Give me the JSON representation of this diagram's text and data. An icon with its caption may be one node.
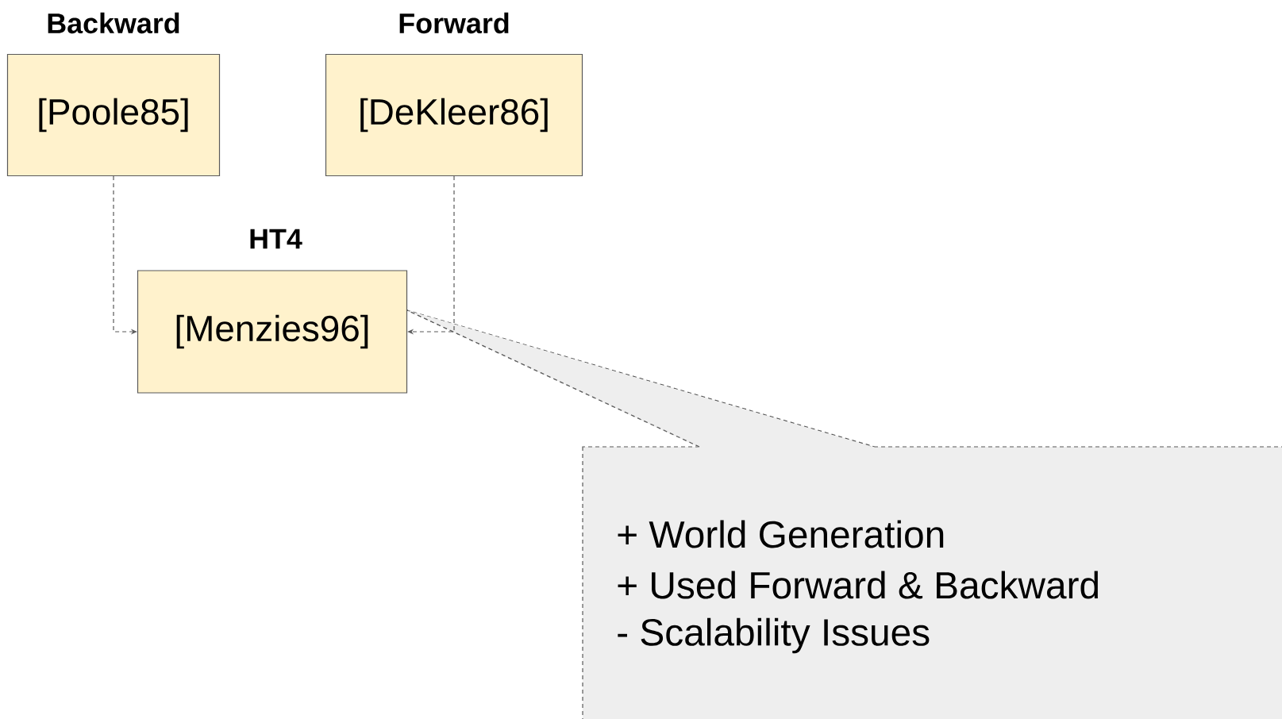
{
  "diagram": {
    "nodes": [
      {
        "text": [
          "Backward",
          "[Poole85]"
        ]
      },
      {
        "text": [
          "Forward",
          "[DeKleer86]"
        ]
      },
      {
        "text": [
          "HT4",
          "[Menzies96]"
        ]
      },
      {
        "text": [
          "+ World Generation",
          "+ Used Forward & Backward",
          "- Scalability Issues"
        ]
      }
    ],
    "edges": [
      {
        "from": 0,
        "to": 2,
        "arrow": "to",
        "style": "dashed"
      },
      {
        "from": 1,
        "to": 2,
        "arrow": "to",
        "style": "dashed"
      },
      {
        "from": 3,
        "to": 2,
        "arrow": "none",
        "style": "dashed"
      }
    ]
  }
}
